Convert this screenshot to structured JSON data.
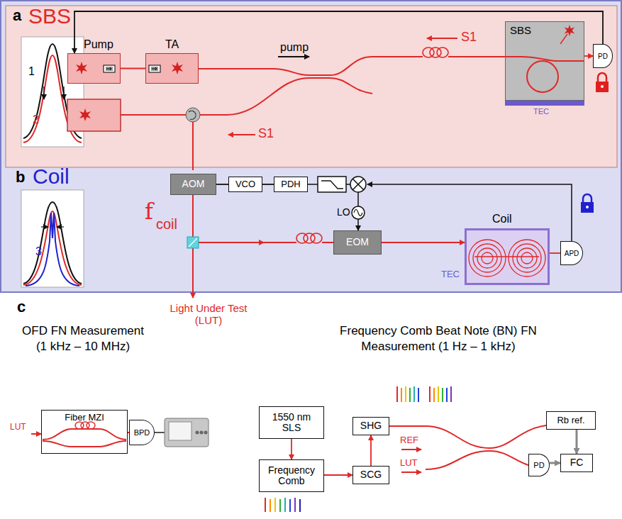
{
  "diagram": {
    "nodes": [
      {
        "text": [
          "b",
          "Coil"
        ]
      },
      {
        "text": [
          "a",
          "SBS"
        ],
        "in": 0
      },
      {
        "text": [
          "Pump"
        ],
        "in": 1
      },
      {
        "text": [
          "TA"
        ],
        "in": 1
      },
      {
        "text": [
          "SBS"
        ],
        "in": 1
      },
      {
        "text": [
          "PD"
        ],
        "in": 1
      },
      {
        "text": [
          "AOM"
        ],
        "in": 0
      },
      {
        "text": [
          "VCO"
        ],
        "in": 0
      },
      {
        "text": [
          "PDH"
        ],
        "in": 0
      },
      {
        "text": [
          "EOM"
        ],
        "in": 0
      },
      {
        "text": [
          "Coil"
        ],
        "in": 0
      },
      {
        "text": [
          "APD"
        ],
        "in": 0
      },
      {
        "text": [
          "Fiber MZI"
        ]
      },
      {
        "text": [
          "BPD"
        ]
      },
      {
        "text": [
          "1550 nm SLS"
        ]
      },
      {
        "text": [
          "Frequency Comb"
        ]
      },
      {
        "text": [
          "SCG"
        ]
      },
      {
        "text": [
          "SHG"
        ]
      },
      {
        "text": [
          "PD"
        ]
      },
      {
        "text": [
          "Rb ref."
        ]
      },
      {
        "text": [
          "FC"
        ]
      }
    ],
    "edges": [
      {
        "from": 2,
        "to": 3,
        "arrow": "none"
      },
      {
        "from": 4,
        "to": 5,
        "arrow": "to"
      },
      {
        "from": 5,
        "to": 2,
        "arrow": "to"
      },
      {
        "from": 8,
        "to": 7,
        "arrow": "none"
      },
      {
        "from": 7,
        "to": 6,
        "arrow": "none"
      },
      {
        "from": 9,
        "to": 10,
        "arrow": "to"
      },
      {
        "from": 10,
        "to": 11,
        "arrow": "none"
      },
      {
        "from": 12,
        "to": 13,
        "arrow": "none"
      },
      {
        "from": 14,
        "to": 15,
        "arrow": "to"
      },
      {
        "from": 15,
        "to": 16,
        "arrow": "to"
      },
      {
        "from": 16,
        "to": 17,
        "arrow": "to"
      },
      {
        "from": 18,
        "to": 20,
        "arrow": "to"
      },
      {
        "from": 19,
        "to": 20,
        "arrow": "to"
      }
    ],
    "labels": [
      "pump",
      "S1",
      "S1",
      "TEC",
      "1",
      "2",
      "LO",
      "f",
      "coil",
      "TEC",
      "3",
      "c",
      "Light Under Test (LUT)",
      "OFD FN Measurement (1 kHz – 10 MHz)",
      "Frequency Comb Beat Note (BN) FN Measurement (1 Hz – 1 kHz)",
      "LUT",
      "REF",
      "LUT"
    ]
  }
}
